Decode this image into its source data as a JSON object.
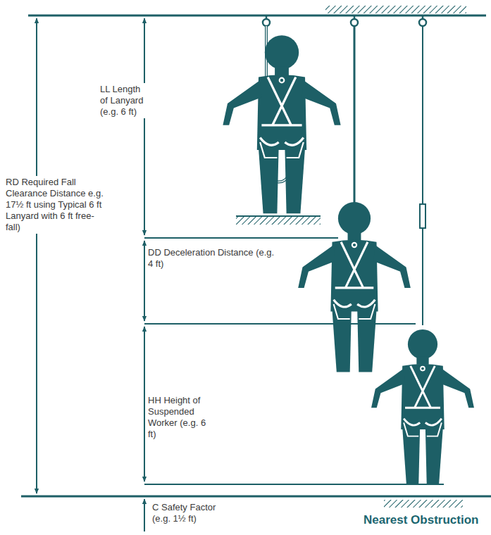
{
  "diagram": {
    "labels": [
      "LL Length of Lanyard (e.g. 6 ft)",
      "RD Required Fall Clearance Distance e.g. 17½ ft using Typical 6 ft Lanyard with 6 ft free-fall)",
      "DD Deceleration Distance (e.g. 4 ft)",
      "HH Height of Suspended Worker (e.g. 6 ft)",
      "C Safety Factor (e.g. 1½ ft)",
      "Nearest Obstruction"
    ]
  }
}
